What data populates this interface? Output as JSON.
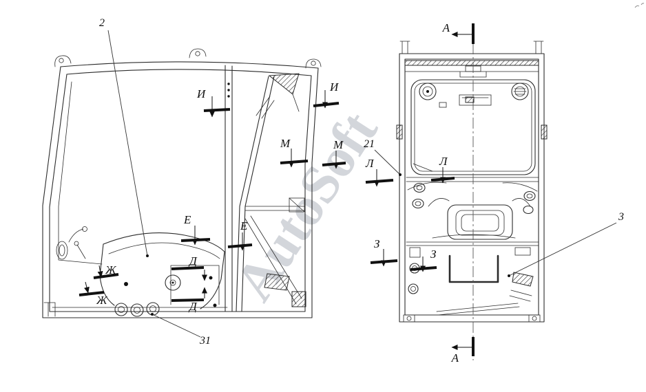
{
  "watermark": {
    "text": "AutoSoft",
    "color": "#a8aeb9"
  },
  "colors": {
    "line": "#2b2b2b",
    "section_mark": "#111111"
  },
  "callouts": {
    "part2": "2",
    "part21": "21",
    "part3": "3",
    "part31": "31"
  },
  "sections": {
    "a": "А",
    "i": "И",
    "m": "М",
    "l": "Л",
    "e": "Е",
    "d": "Д",
    "zh": "Ж",
    "z": "З"
  }
}
